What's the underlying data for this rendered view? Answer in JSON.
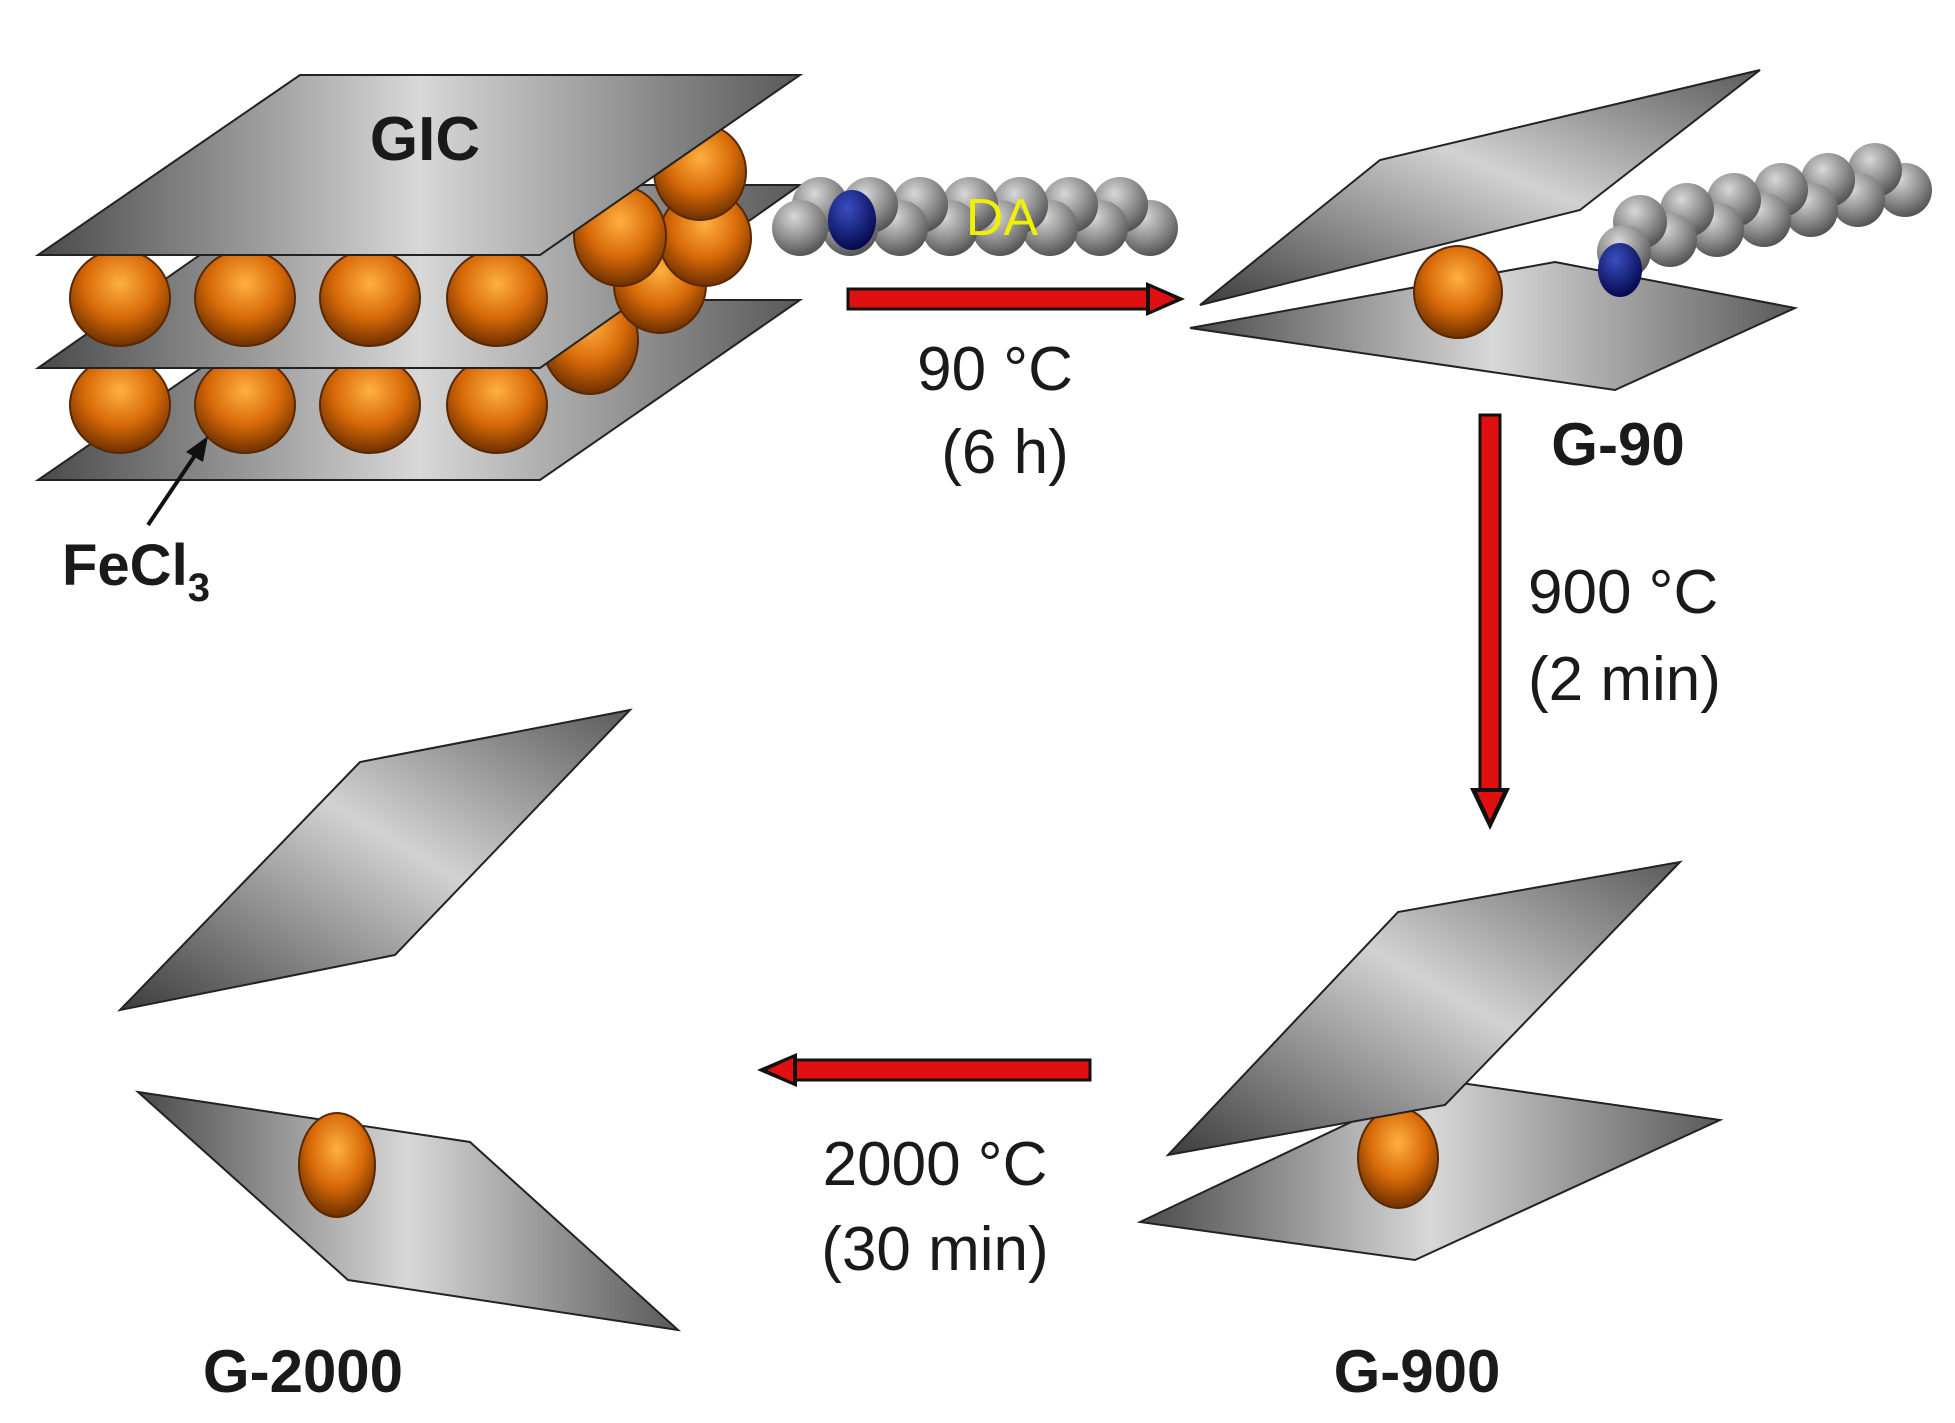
{
  "labels": {
    "gic": "GIC",
    "fecl3_main": "FeCl",
    "fecl3_sub": "3",
    "da": "DA",
    "g90": "G-90",
    "g900": "G-900",
    "g2000": "G-2000"
  },
  "steps": [
    {
      "temperature": "90 °C",
      "duration": "(6 h)"
    },
    {
      "temperature": "900 °C",
      "duration": "(2 min)"
    },
    {
      "temperature": "2000 °C",
      "duration": "(30 min)"
    }
  ],
  "colors": {
    "arrow": "#e01010",
    "sheet_dark": "#4a4a4a",
    "sheet_light": "#d6d6d6",
    "particle": "#e07a10",
    "da_head": "#0a1a8a",
    "da_bead": "#8c8c8c",
    "da_label": "#f0f000"
  }
}
